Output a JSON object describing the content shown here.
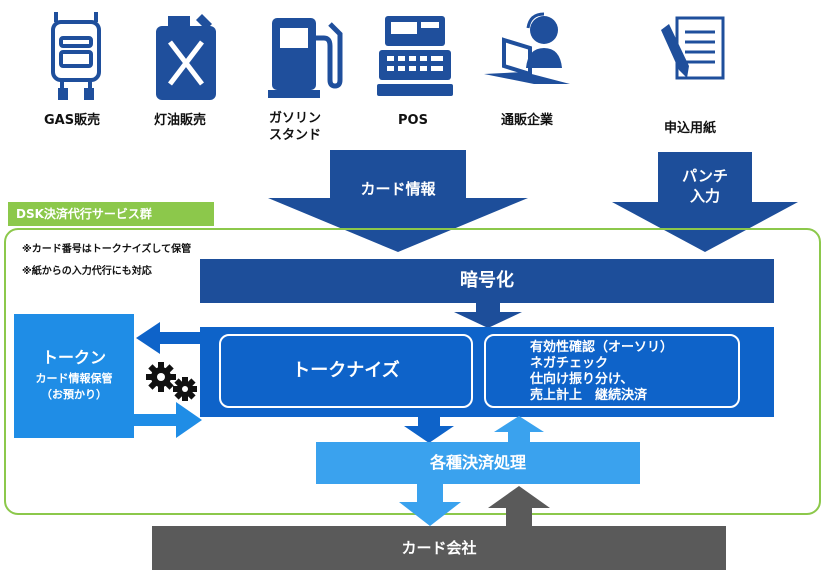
{
  "sources": [
    {
      "label": "GAS販売",
      "icon": "gas-meter-icon"
    },
    {
      "label": "灯油販売",
      "icon": "kerosene-can-icon"
    },
    {
      "label": "ガソリン\nスタンド",
      "icon": "fuel-pump-icon"
    },
    {
      "label": "POS",
      "icon": "cash-register-icon"
    },
    {
      "label": "通販企業",
      "icon": "operator-computer-icon"
    },
    {
      "label": "申込用紙",
      "icon": "form-pencil-icon"
    }
  ],
  "arrows": {
    "card_info": "カード情報",
    "punch_input": "パンチ\n入力"
  },
  "service_group": {
    "title": "DSK決済代行サービス群",
    "notes": [
      "※カード番号はトークナイズして保管",
      "※紙からの入力代行にも対応"
    ]
  },
  "encryption": "暗号化",
  "tokenize": "トークナイズ",
  "processing_items": [
    "有効性確認（オーソリ）",
    "ネガチェック",
    "仕向け振り分け、",
    "売上計上　継続決済"
  ],
  "token": {
    "title": "トークン",
    "subtitle_1": "カード情報保管",
    "subtitle_2": "（お預かり）"
  },
  "payment_processing": "各種決済処理",
  "card_company": "カード会社",
  "colors": {
    "navy": "#1d4e9a",
    "blue": "#0e63c9",
    "light_blue": "#3aa2ee",
    "token_blue": "#1f8de6",
    "green": "#8cc84b",
    "gray": "#5a5a5a",
    "icon_blue": "#1f4f9c"
  }
}
